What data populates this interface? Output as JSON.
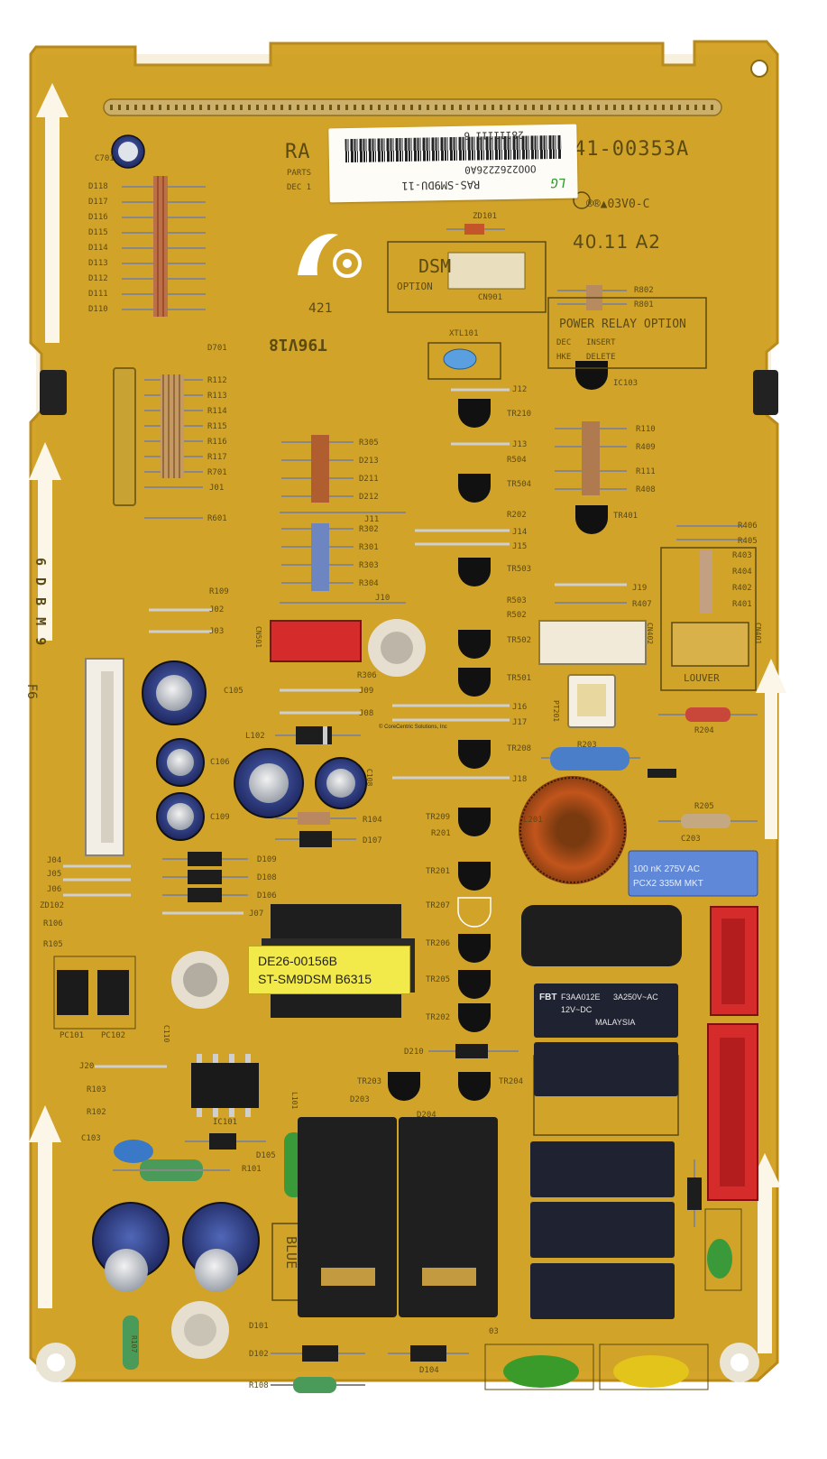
{
  "board": {
    "part_code_prefix": "RA",
    "part_code_suffix": "41-00353A",
    "parts_fragment": "PARTS",
    "dec_fragment": "DEC 1",
    "ul_mark": "®®▲03V0-C",
    "date_code": "40.11  A2",
    "batch_code": "T96V18",
    "handwritten_mark": "421",
    "side_code": "6 D B M 9",
    "zone_mark": "F6"
  },
  "sticker": {
    "line1": "28111111 6",
    "line2": "OOO226Z226A0",
    "line3": "RAS-SM9DU-11",
    "initials": "LG"
  },
  "option_boxes": {
    "dsm_title": "DSM",
    "dsm_sub": "OPTION",
    "power_relay_title": "POWER RELAY OPTION",
    "dec_label": "DEC",
    "dec_value": "INSERT",
    "hke_label": "HKE",
    "hke_value": "DELETE",
    "louver_label": "LOUVER",
    "blue_label": "BLUE"
  },
  "transformer": {
    "line1": "DE26-00156B",
    "line2": "ST-SM9DSM B6315"
  },
  "relay_label": {
    "brand": "FBT",
    "model": "F3AA012E",
    "rating": "3A250V~AC",
    "coil": "12V~DC",
    "origin": "MALAYSIA"
  },
  "film_capacitor": {
    "line1": "100 nK 275V AC",
    "line2": "PCX2 335M MKT"
  },
  "watermark": "© CoreCentric Solutions, Inc",
  "labels": {
    "diodes_top": [
      "D118",
      "D117",
      "D116",
      "D115",
      "D114",
      "D113",
      "D112",
      "D111",
      "D110"
    ],
    "c701": "C701",
    "d701": "D701",
    "r112_stack": [
      "R112",
      "R113",
      "R114",
      "R115",
      "R116",
      "R117",
      "R701",
      "J01"
    ],
    "r601": "R601",
    "r305_col": [
      "R305",
      "D213",
      "D211",
      "D212"
    ],
    "j11": "J11",
    "r302_col": [
      "R302",
      "R301",
      "R303",
      "R304"
    ],
    "j10": "J10",
    "zd101": "ZD101",
    "cn901": "CN901",
    "xtl101": "XTL101",
    "r802": "R802",
    "r801": "R801",
    "ic103": "IC103",
    "tr_col": [
      "J12",
      "TR210",
      "J13",
      "R504",
      "TR504",
      "R202",
      "J14",
      "J15",
      "TR503",
      "R503",
      "R502",
      "TR502",
      "TR501",
      "J16",
      "J17",
      "TR208",
      "J18"
    ],
    "r110_col": [
      "R110",
      "R409",
      "R111",
      "R408",
      "TR401"
    ],
    "r406": "R406",
    "r405": "R405",
    "louver_res": [
      "R403",
      "R404",
      "R402",
      "R401"
    ],
    "cn402": "CN402",
    "cn401": "CN401",
    "j19": "J19",
    "r407": "R407",
    "pt201": "PT201",
    "r204": "R204",
    "r203": "R203",
    "r205": "R205",
    "c203": "C203",
    "l201": "L201",
    "j02": "J02",
    "j03": "J03",
    "r109": "R109",
    "cn501": "CN501",
    "r306": "R306",
    "j09": "J09",
    "j08": "J08",
    "c105": "C105",
    "c106": "C106",
    "c109": "C109",
    "c108": "C108",
    "l102": "L102",
    "r104": "R104",
    "d107": "D107",
    "left_low": [
      "J04",
      "J05",
      "J06",
      "ZD102",
      "R106",
      "R105"
    ],
    "d_mid": [
      "D109",
      "D108",
      "D106",
      "J07"
    ],
    "tr_low": [
      "TR209",
      "R201",
      "TR201",
      "TR207",
      "TR206",
      "TR205",
      "TR202"
    ],
    "pc101": "PC101",
    "pc102": "PC102",
    "c110": "C110",
    "j20": "J20",
    "r103": "R103",
    "r102": "R102",
    "c103": "C103",
    "r101": "R101",
    "ic101": "IC101",
    "d105": "D105",
    "l101": "L101",
    "tr203": "TR203",
    "d203": "D203",
    "d204": "D204",
    "d210": "D210",
    "tr204": "TR204",
    "d101": "D101",
    "d102": "D102",
    "d104": "D104",
    "r108": "R108",
    "r107": "R107",
    "d103": "03"
  },
  "colors": {
    "pcb": "#d4a52a",
    "pcb_edge": "#b88a1a",
    "silk": "#5b4a12",
    "relay_body": "#1f2230",
    "connector_red": "#d62b2b",
    "cap_blue": "#2d3c8a",
    "sticker": "#fdfcf7"
  }
}
